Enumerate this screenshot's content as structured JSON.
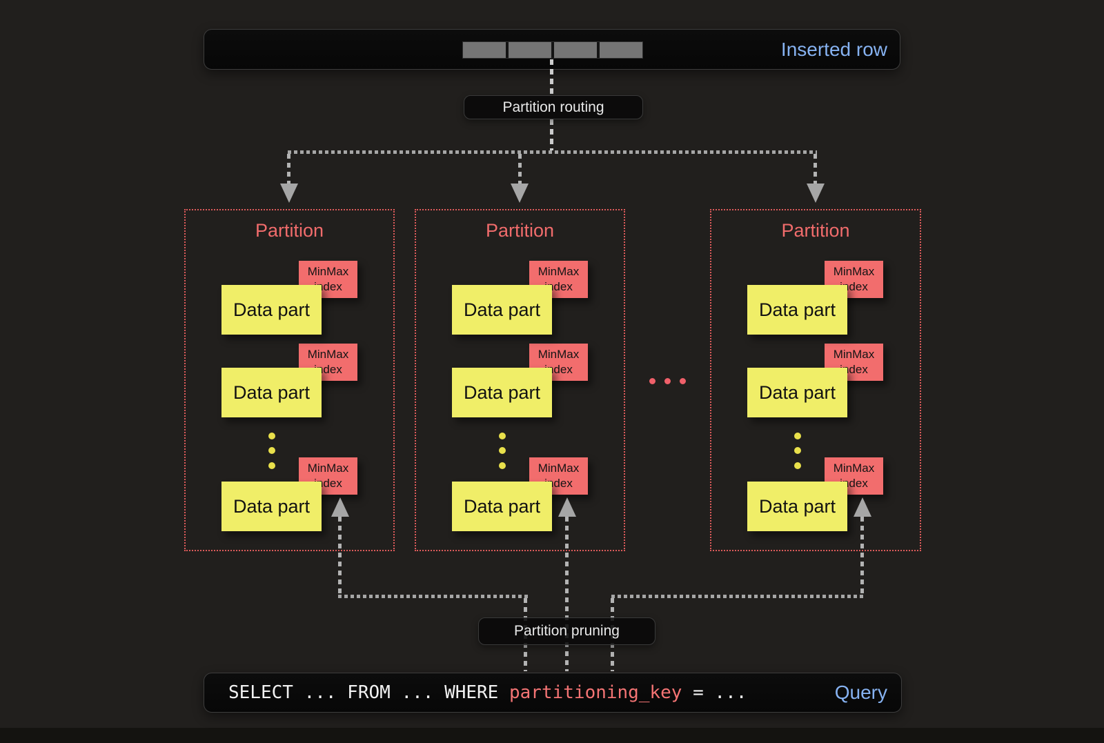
{
  "inserted_row_bar": {
    "label": "Inserted row",
    "segment_count": 4
  },
  "routing_pill": {
    "label": "Partition routing"
  },
  "pruning_pill": {
    "label": "Partition pruning"
  },
  "partitions": [
    {
      "title": "Partition",
      "parts": [
        {
          "label": "Data part",
          "tag_line1": "MinMax",
          "tag_line2": "index"
        },
        {
          "label": "Data part",
          "tag_line1": "MinMax",
          "tag_line2": "index"
        },
        {
          "label": "Data part",
          "tag_line1": "MinMax",
          "tag_line2": "index"
        }
      ],
      "ellipsis_dot_count": 3
    },
    {
      "title": "Partition",
      "parts": [
        {
          "label": "Data part",
          "tag_line1": "MinMax",
          "tag_line2": "index"
        },
        {
          "label": "Data part",
          "tag_line1": "MinMax",
          "tag_line2": "index"
        },
        {
          "label": "Data part",
          "tag_line1": "MinMax",
          "tag_line2": "index"
        }
      ],
      "ellipsis_dot_count": 3
    },
    {
      "title": "Partition",
      "parts": [
        {
          "label": "Data part",
          "tag_line1": "MinMax",
          "tag_line2": "index"
        },
        {
          "label": "Data part",
          "tag_line1": "MinMax",
          "tag_line2": "index"
        },
        {
          "label": "Data part",
          "tag_line1": "MinMax",
          "tag_line2": "index"
        }
      ],
      "ellipsis_dot_count": 3
    }
  ],
  "gap_ellipsis_dot_count": 3,
  "query_bar": {
    "sql_prefix": "SELECT ... FROM ... WHERE ",
    "sql_key": "partitioning_key",
    "sql_suffix": " = ...",
    "label": "Query"
  },
  "colors": {
    "background": "#211f1d",
    "bar_background": "#0a0a0a",
    "partition_red": "#f16c6c",
    "note_yellow": "#f0ee68",
    "tag_red": "#f26d6d",
    "connector_gray": "#b3b3b3",
    "label_blue": "#86b2f1",
    "sql_key_red": "#f47474"
  }
}
